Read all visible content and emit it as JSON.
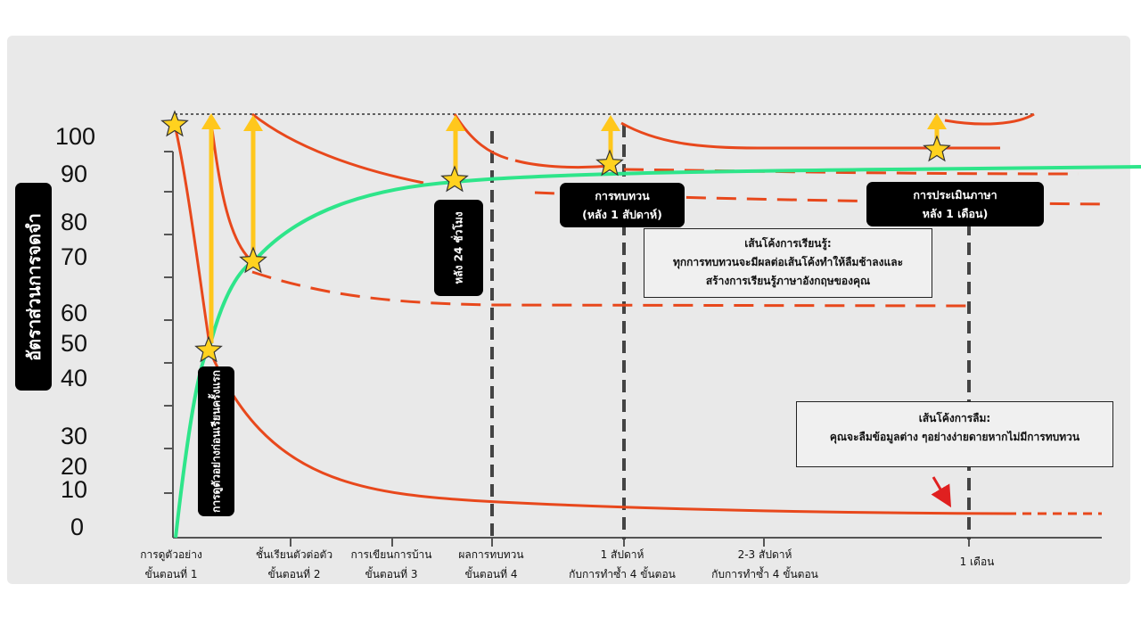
{
  "y_axis_title": "อัตราส่วนการจดจำ",
  "callouts": {
    "first_lesson": "การดูตัวอย่างก่อนเรียนครั้งแรก",
    "after_24h": "หลัง 24 ชั่วโมง",
    "review_week_line1": "การทบทวน",
    "review_week_line2": "(หลัง 1 สัปดาห์)",
    "assessment_line1": "การประเมินภาษา",
    "assessment_line2": "หลัง 1 เดือน)"
  },
  "notes": {
    "learning_title": "เส้นโค้งการเรียนรู้:",
    "learning_line2": "ทุกการทบทวนจะมีผลต่อเส้นโค้งทำให้ลืมช้าลงและ",
    "learning_line3": "สร้างการเรียนรู้ภาษาอังกฤษของคุณ",
    "forgetting_title": "เส้นโค้งการลืม:",
    "forgetting_line2": "คุณจะลืมข้อมูลต่าง ๆอย่างง่ายดายหากไม่มีการทบทวน"
  },
  "colors": {
    "learning_curve": "#2ee58a",
    "forgetting_curve": "#e8481c",
    "arrow": "#ffc71c",
    "star": "#ffd21f",
    "pointer_arrow": "#e02020"
  },
  "chart_data": {
    "type": "line",
    "y_ticks": [
      "100",
      "90",
      "80",
      "70",
      "60",
      "50",
      "40",
      "30",
      "20",
      "10",
      "0"
    ],
    "x_categories": [
      [
        "การดูตัวอย่าง",
        "ขั้นตอนที่ 1"
      ],
      [
        "ชั้นเรียนตัวต่อตัว",
        "ขั้นตอนที่ 2"
      ],
      [
        "การเขียนการบ้าน",
        "ขั้นตอนที่ 3"
      ],
      [
        "ผลการทบทวน",
        "ขั้นตอนที่ 4"
      ],
      [
        "1 สัปดาห์",
        "กับการทำซ้ำ 4 ขั้นตอน"
      ],
      [
        "2-3 สัปดาห์",
        "กับการทำซ้ำ 4 ขั้นตอน"
      ],
      [
        "1 เดือน",
        ""
      ]
    ],
    "series": [
      {
        "name": "เส้นโค้งการเรียนรู้",
        "kind": "learning"
      },
      {
        "name": "เส้นโค้งการลืม",
        "kind": "forgetting"
      }
    ],
    "star_values": [
      100,
      50,
      70,
      90,
      95,
      99
    ],
    "ylim": [
      0,
      100
    ]
  }
}
